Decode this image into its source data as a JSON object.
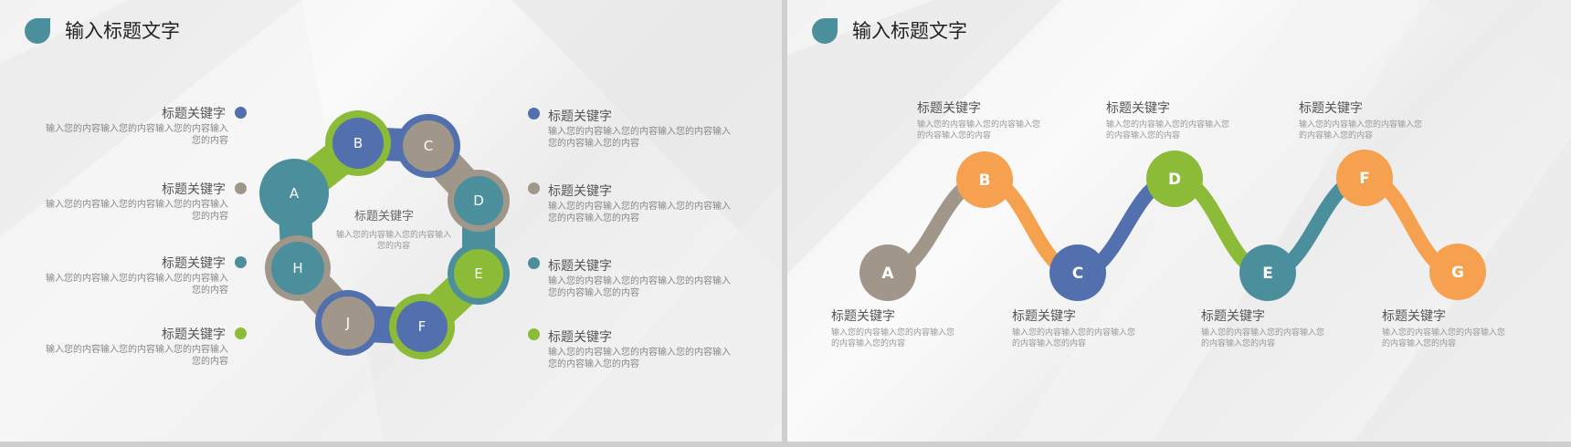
{
  "colors": {
    "teal": "#4b8f9c",
    "blue": "#5170ad",
    "green": "#8cbb37",
    "taupe": "#a0968a",
    "orange": "#f5a150"
  },
  "left_slide": {
    "title": "输入标题文字",
    "center": {
      "title": "标题关键字",
      "desc": "输入您的内容输入您的内容输入您的内容"
    },
    "nodes": [
      "A",
      "B",
      "C",
      "D",
      "E",
      "F",
      "J",
      "H"
    ],
    "left_items": [
      {
        "title": "标题关键字",
        "desc": "输入您的内容输入您的内容输入您的内容输入您的内容",
        "color": "#5170ad"
      },
      {
        "title": "标题关键字",
        "desc": "输入您的内容输入您的内容输入您的内容输入您的内容",
        "color": "#a0968a"
      },
      {
        "title": "标题关键字",
        "desc": "输入您的内容输入您的内容输入您的内容输入您的内容",
        "color": "#4b8f9c"
      },
      {
        "title": "标题关键字",
        "desc": "输入您的内容输入您的内容输入您的内容输入您的内容",
        "color": "#8cbb37"
      }
    ],
    "right_items": [
      {
        "title": "标题关键字",
        "desc": "输入您的内容输入您的内容输入您的内容输入您的内容输入您的内容",
        "color": "#5170ad"
      },
      {
        "title": "标题关键字",
        "desc": "输入您的内容输入您的内容输入您的内容输入您的内容输入您的内容",
        "color": "#a0968a"
      },
      {
        "title": "标题关键字",
        "desc": "输入您的内容输入您的内容输入您的内容输入您的内容输入您的内容",
        "color": "#4b8f9c"
      },
      {
        "title": "标题关键字",
        "desc": "输入您的内容输入您的内容输入您的内容输入您的内容输入您的内容",
        "color": "#8cbb37"
      }
    ]
  },
  "right_slide": {
    "title": "输入标题文字",
    "nodes": [
      "A",
      "B",
      "C",
      "D",
      "E",
      "F",
      "G"
    ],
    "top_items": [
      {
        "title": "标题关键字",
        "desc": "输入您的内容输入您的内容输入您的内容输入您的内容"
      },
      {
        "title": "标题关键字",
        "desc": "输入您的内容输入您的内容输入您的内容输入您的内容"
      },
      {
        "title": "标题关键字",
        "desc": "输入您的内容输入您的内容输入您的内容输入您的内容"
      }
    ],
    "bottom_items": [
      {
        "title": "标题关键字",
        "desc": "输入您的内容输入您的内容输入您的内容输入您的内容"
      },
      {
        "title": "标题关键字",
        "desc": "输入您的内容输入您的内容输入您的内容输入您的内容"
      },
      {
        "title": "标题关键字",
        "desc": "输入您的内容输入您的内容输入您的内容输入您的内容"
      },
      {
        "title": "标题关键字",
        "desc": "输入您的内容输入您的内容输入您的内容输入您的内容"
      }
    ]
  }
}
